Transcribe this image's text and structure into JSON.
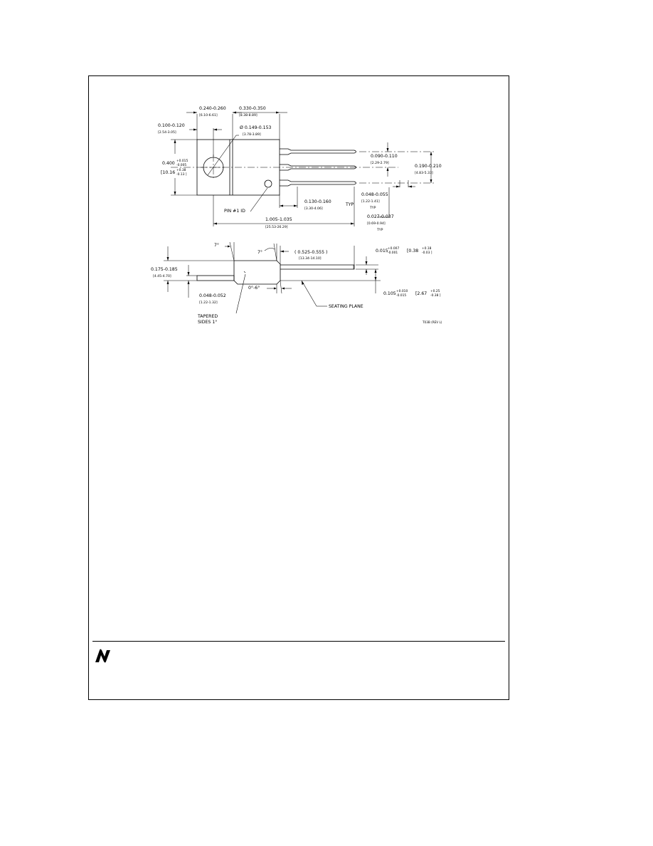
{
  "drawing": {
    "top_view": {
      "dim_overall_width_in": "0.240-0.260",
      "dim_overall_width_mm": "[6.10-6.61]",
      "dim_body_in": "0.330-0.350",
      "dim_body_mm": "[8.38-8.89]",
      "dim_tab_in": "0.100-0.120",
      "dim_tab_mm": "[2.54-3.05]",
      "dim_hole_in": "Ø 0.149-0.153",
      "dim_hole_mm": "[3.78-3.89]",
      "dim_height_in": "0.400",
      "dim_height_tol_plus": "+0.015",
      "dim_height_tol_minus": "-0.005",
      "dim_height_mm": "[10.16",
      "dim_height_mm_tol_plus": "+0.38",
      "dim_height_mm_tol_minus": "-0.13 ]",
      "dim_pitch_in": "0.090-0.110",
      "dim_pitch_mm": "[2.29-2.79]",
      "dim_span_in": "0.190-0.210",
      "dim_span_mm": "[4.83-5.33]",
      "dim_shoulder_in": "0.130-0.160",
      "dim_shoulder_mm": "[3.30-4.06]",
      "typ": "TYP",
      "dim_lead_w_in": "0.048-0.055",
      "dim_lead_w_mm": "[1.22-1.41]",
      "dim_lead_t_in": "0.027-0.037",
      "dim_lead_t_mm": "[0.69-0.94]",
      "pin1": "PIN #1 ID",
      "dim_length_in": "1.005-1.035",
      "dim_length_mm": "[25.53-26.29]"
    },
    "side_view": {
      "angle_left": "7°",
      "angle_right": "7°",
      "dim_lead_len_in": "( 0.525-0.555 )",
      "dim_lead_len_mm": "[13.34-14.10]",
      "dim_lead_thk_in": "0.015",
      "dim_lead_thk_tol_plus": "+0.007",
      "dim_lead_thk_tol_minus": "-0.001",
      "dim_lead_thk_mm": "[0.38",
      "dim_lead_thk_mm_tol_plus": "+0.18",
      "dim_lead_thk_mm_tol_minus": "-0.03 ]",
      "dim_body_h_in": "0.175-0.185",
      "dim_body_h_mm": "[4.45-4.70]",
      "angle_bottom": "0°-6°",
      "dim_tab_t_in": "0.048-0.052",
      "dim_tab_t_mm": "[1.22-1.32]",
      "dim_standoff_in": "0.105",
      "dim_standoff_tol_plus": "+0.010",
      "dim_standoff_tol_minus": "-0.015",
      "dim_standoff_mm": "[2.67",
      "dim_standoff_mm_tol_plus": "+0.25",
      "dim_standoff_mm_tol_minus": "-0.38 ]",
      "seating_plane": "SEATING PLANE",
      "tapered_1": "TAPERED",
      "tapered_2": "SIDES 1°",
      "revision": "T03B (REV L)"
    }
  },
  "footer": {
    "logo_icon": "national-semiconductor-logo"
  }
}
